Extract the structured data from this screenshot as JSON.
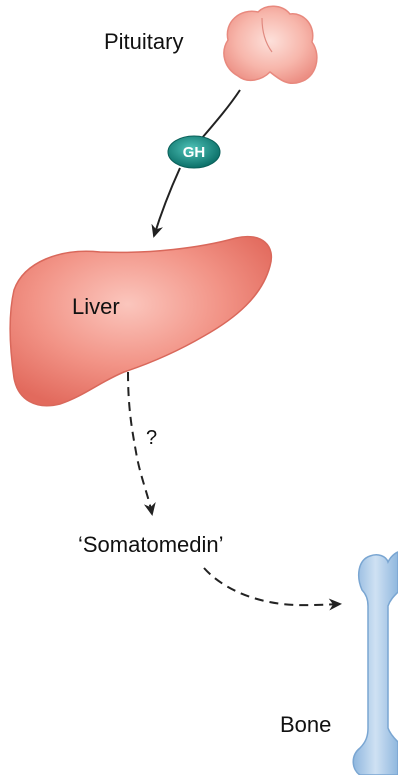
{
  "labels": {
    "pituitary": "Pituitary",
    "gh": "GH",
    "liver": "Liver",
    "question": "?",
    "somatomedin": "‘Somatomedin’",
    "bone": "Bone"
  },
  "colors": {
    "organ_fill": "#f08c82",
    "pituitary_fill": "#f5b1a6",
    "gh_fill": "#138a82",
    "bone_fill": "#a9c8e6",
    "arrow": "#222222"
  }
}
